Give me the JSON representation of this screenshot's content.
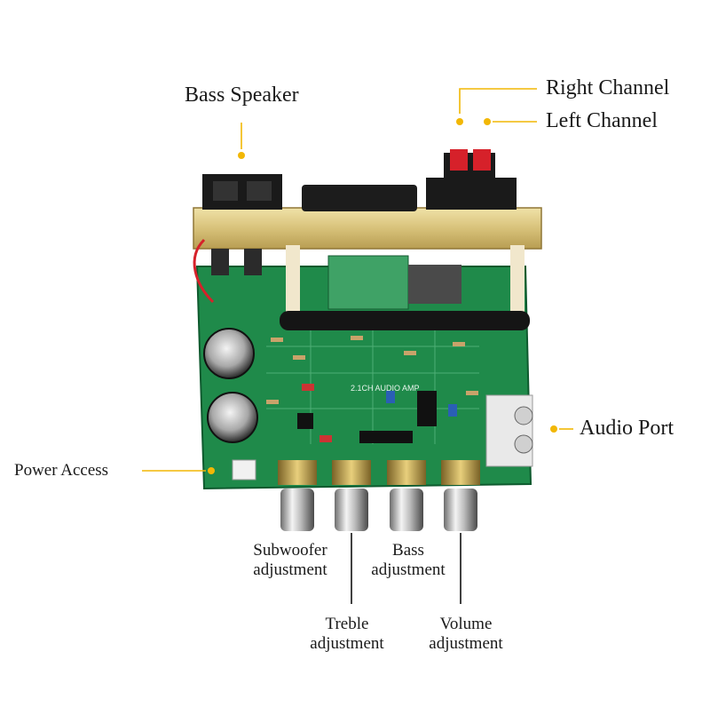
{
  "labels": {
    "bass_speaker": "Bass Speaker",
    "right_channel": "Right Channel",
    "left_channel": "Left Channel",
    "audio_port": "Audio Port",
    "power_access": "Power Access",
    "subwoofer_line1": "Subwoofer",
    "subwoofer_line2": "adjustment",
    "bass_line1": "Bass",
    "bass_line2": "adjustment",
    "treble_line1": "Treble",
    "treble_line2": "adjustment",
    "volume_line1": "Volume",
    "volume_line2": "adjustment"
  },
  "board_text": {
    "model": "2.1CH AUDIO AMP"
  },
  "colors": {
    "pcb": "#1f8a4a",
    "heatsink": "#d8c27a",
    "leader_line": "#f2b705",
    "terminal_red": "#d6212a"
  }
}
